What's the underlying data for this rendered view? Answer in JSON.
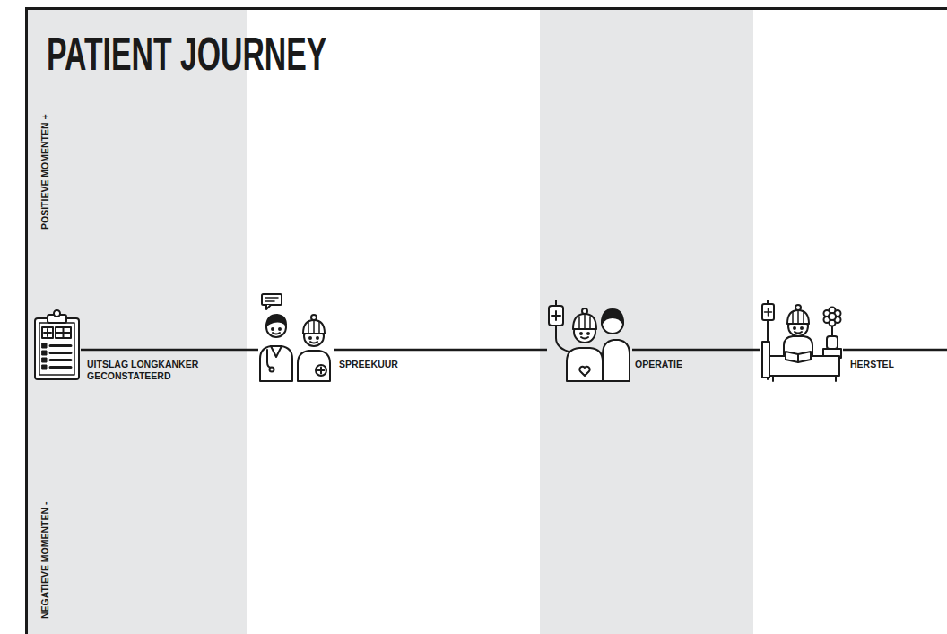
{
  "diagram": {
    "title": "PATIENT JOURNEY",
    "nodes": [
      {
        "text": [
          "UITSLAG LONGKANKER GECONSTATEERD"
        ]
      },
      {
        "text": [
          "SPREEKUUR"
        ]
      },
      {
        "text": [
          "OPERATIE"
        ]
      },
      {
        "text": [
          "HERSTEL"
        ]
      }
    ],
    "edges": [
      {
        "from": 0,
        "to": 1,
        "arrow": "none"
      },
      {
        "from": 1,
        "to": 2,
        "arrow": "none"
      },
      {
        "from": 2,
        "to": 3,
        "arrow": "none"
      }
    ],
    "labels": [
      "POSITIEVE MOMENTEN +",
      "NEGATIEVE MOMENTEN -"
    ]
  }
}
